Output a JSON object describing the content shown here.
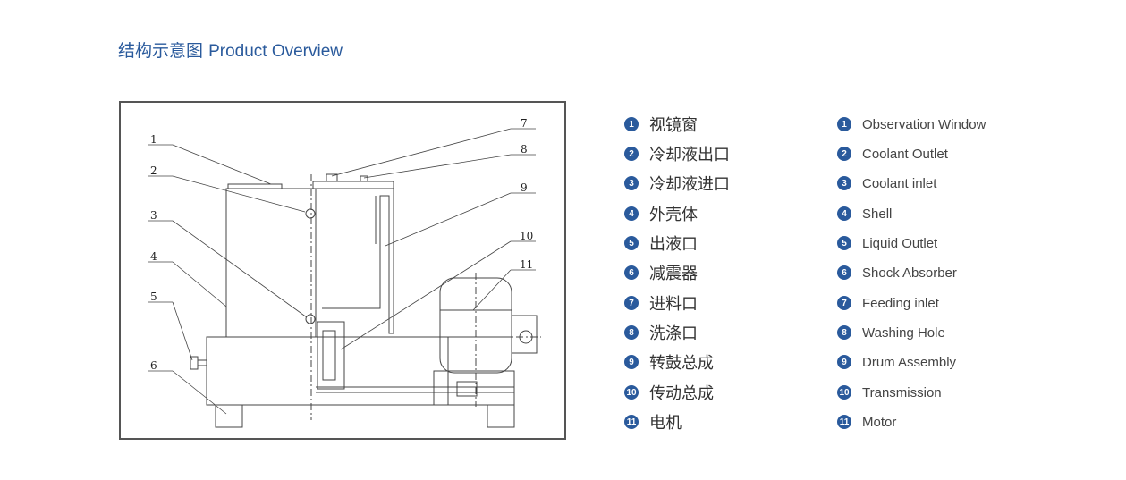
{
  "header": {
    "title_cn": "结构示意图",
    "title_en": "Product Overview"
  },
  "diagram": {
    "callouts": [
      "1",
      "2",
      "3",
      "4",
      "5",
      "6",
      "7",
      "8",
      "9",
      "10",
      "11"
    ]
  },
  "legend_cn": [
    {
      "num": "1",
      "label": "视镜窗"
    },
    {
      "num": "2",
      "label": "冷却液出口"
    },
    {
      "num": "3",
      "label": "冷却液进口"
    },
    {
      "num": "4",
      "label": "外壳体"
    },
    {
      "num": "5",
      "label": "出液口"
    },
    {
      "num": "6",
      "label": "减震器"
    },
    {
      "num": "7",
      "label": "进料口"
    },
    {
      "num": "8",
      "label": "洗涤口"
    },
    {
      "num": "9",
      "label": "转鼓总成"
    },
    {
      "num": "10",
      "label": "传动总成"
    },
    {
      "num": "11",
      "label": "电机"
    }
  ],
  "legend_en": [
    {
      "num": "1",
      "label": "Observation Window"
    },
    {
      "num": "2",
      "label": "Coolant Outlet"
    },
    {
      "num": "3",
      "label": "Coolant inlet"
    },
    {
      "num": "4",
      "label": "Shell"
    },
    {
      "num": "5",
      "label": "Liquid Outlet"
    },
    {
      "num": "6",
      "label": "Shock Absorber"
    },
    {
      "num": "7",
      "label": "Feeding inlet"
    },
    {
      "num": "8",
      "label": "Washing Hole"
    },
    {
      "num": "9",
      "label": "Drum Assembly"
    },
    {
      "num": "10",
      "label": "Transmission"
    },
    {
      "num": "11",
      "label": "Motor"
    }
  ],
  "colors": {
    "accent": "#2a5a9c",
    "text": "#333333"
  }
}
